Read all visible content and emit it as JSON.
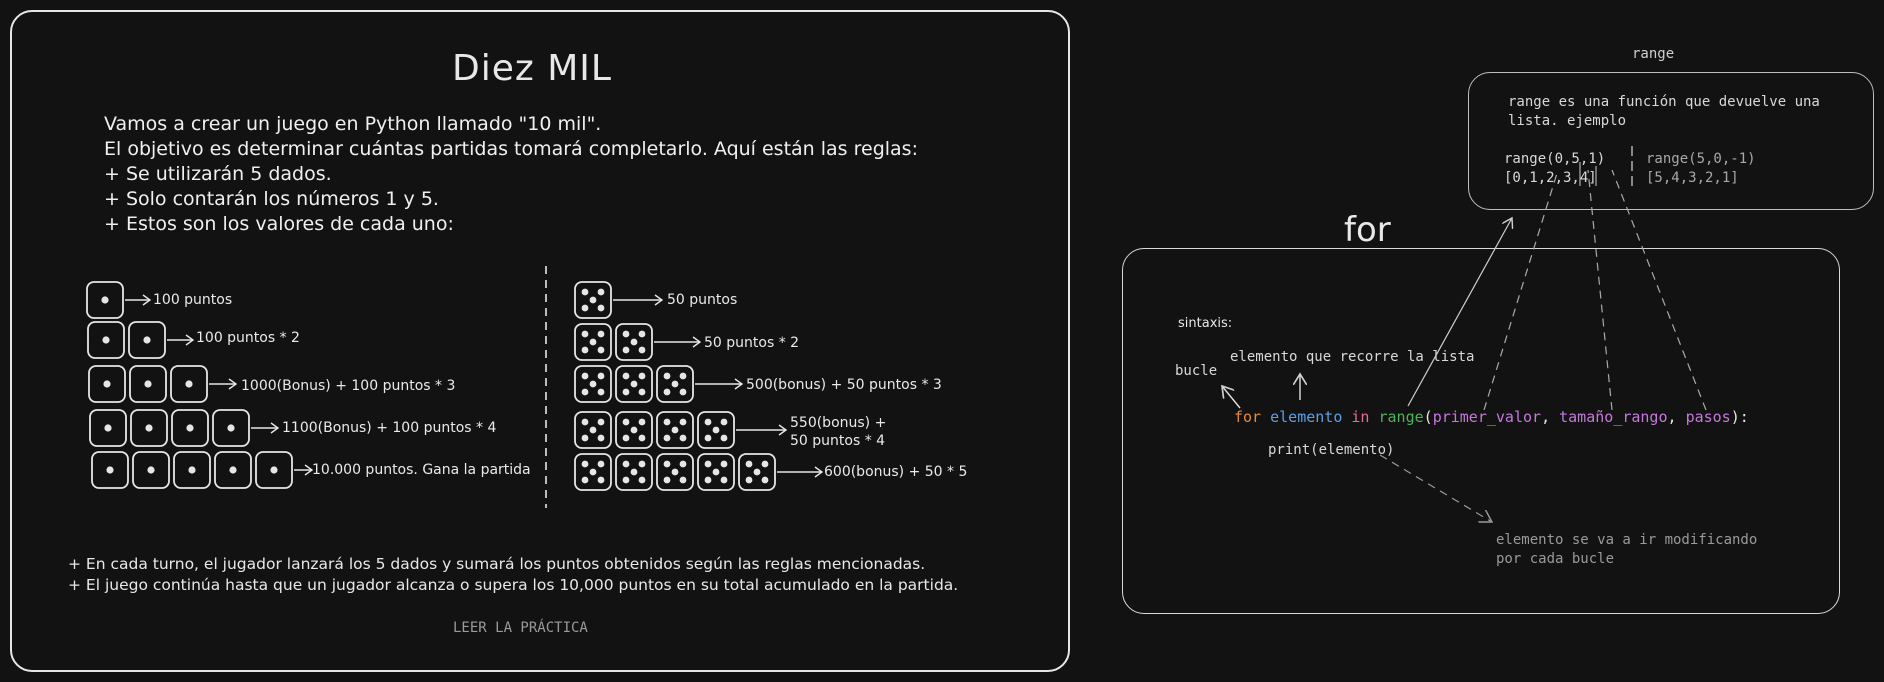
{
  "main": {
    "title": "Diez MIL",
    "intro": [
      "Vamos a crear un juego en Python llamado \"10 mil\".",
      "El objetivo es determinar cuántas partidas tomará completarlo. Aquí están las reglas:",
      "+ Se utilizarán 5 dados.",
      "+ Solo contarán los números 1 y 5.",
      "+ Estos son los valores de cada uno:"
    ],
    "ones_rows": [
      {
        "count": 1,
        "label": "100 puntos"
      },
      {
        "count": 2,
        "label": "100 puntos * 2"
      },
      {
        "count": 3,
        "label": "1000(Bonus) + 100 puntos * 3"
      },
      {
        "count": 4,
        "label": "1100(Bonus) + 100 puntos * 4"
      },
      {
        "count": 5,
        "label": "10.000 puntos. Gana la partida"
      }
    ],
    "fives_rows": [
      {
        "count": 1,
        "label": "50 puntos"
      },
      {
        "count": 2,
        "label": "50 puntos * 2"
      },
      {
        "count": 3,
        "label": "500(bonus) + 50 puntos * 3"
      },
      {
        "count": 4,
        "label": "550(bonus) +",
        "label2": "50 puntos * 4"
      },
      {
        "count": 5,
        "label": "600(bonus) + 50 * 5"
      }
    ],
    "rules": [
      "+ En cada turno, el jugador lanzará los 5 dados y sumará los puntos obtenidos según las reglas mencionadas.",
      "+ El juego continúa hasta que un jugador alcanza o supera los 10,000 puntos en su total acumulado en la partida."
    ],
    "read_link": "LEER LA PRÁCTICA"
  },
  "for_section": {
    "title": "for",
    "sintaxis": "sintaxis:",
    "bucle": "bucle",
    "elemento_note": "elemento que recorre la lista",
    "code": {
      "kw_for": "for",
      "var": "elemento",
      "kw_in": "in",
      "fn": "range",
      "open": "(",
      "p1": "primer_valor",
      "sep1": ", ",
      "p2": "tamaño_rango",
      "sep2": ", ",
      "p3": "pasos",
      "close": "):"
    },
    "body_line": "print(elemento)",
    "modify_note": [
      "elemento se va a ir modificando",
      "por cada bucle"
    ]
  },
  "range_section": {
    "title": "range",
    "desc": [
      "range es una función que devuelve una",
      "lista. ejemplo"
    ],
    "ex1_call": "range(0,5,1)",
    "ex1_result": "[0,1,2,3,4]",
    "ex2_call": "range(5,0,-1)",
    "ex2_result": "[5,4,3,2,1]"
  },
  "colors": {
    "for_keyword": "#e8893a",
    "variable": "#5aa0e6",
    "in_keyword": "#e86aa0",
    "range_fn": "#4fb35a",
    "params": "#c678dd"
  },
  "icons": [
    "die-one-icon",
    "die-five-icon",
    "arrow-icon"
  ]
}
